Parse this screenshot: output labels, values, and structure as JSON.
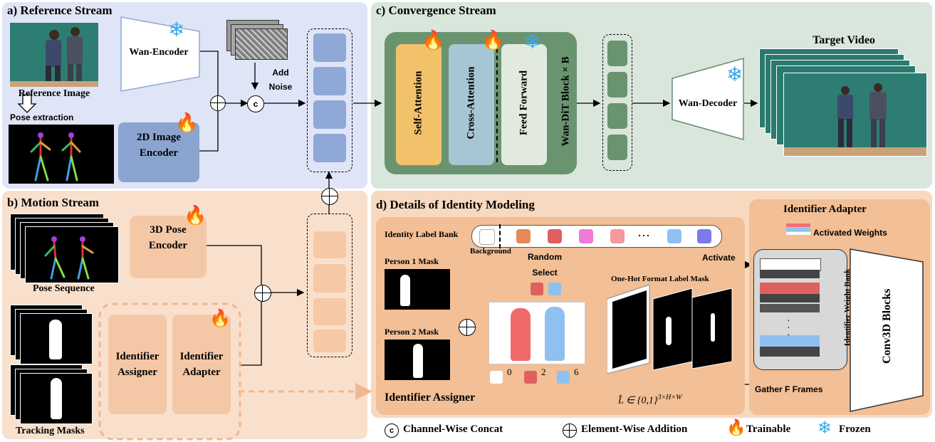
{
  "panels": {
    "a": "a) Reference Stream",
    "b": "b) Motion Stream",
    "c": "c) Convergence Stream",
    "d": "d) Details of Identity Modeling"
  },
  "reference": {
    "wan_encoder": "Wan-Encoder",
    "reference_image": "Reference Image",
    "pose_extraction": "Pose extraction",
    "image_encoder": "2D Image Encoder",
    "add_noise": "Add Noise",
    "concat_symbol": "c"
  },
  "motion": {
    "pose_encoder": "3D Pose Encoder",
    "pose_sequence": "Pose Sequence",
    "tracking_masks": "Tracking Masks",
    "identifier_assigner": "Identifier Assigner",
    "identifier_adapter": "Identifier Adapter"
  },
  "convergence": {
    "self_attention": "Self-Attention",
    "cross_attention": "Cross-Attention",
    "feed_forward": "Feed Forward",
    "block": "Wan-DiT Block × B",
    "wan_decoder": "Wan-Decoder",
    "target_video": "Target Video"
  },
  "identity": {
    "label_bank": "Identity Label Bank",
    "background": "Background",
    "random_select": "Random Select",
    "activate": "Activate",
    "person1": "Person 1 Mask",
    "person2": "Person 2 Mask",
    "onehot": "One-Hot Format Label Mask",
    "ids": [
      "0",
      "2",
      "6"
    ],
    "assigner": "Identifier Assigner",
    "formula": "L̂ ∈ {0,1}",
    "formula_sup": "3×H×W",
    "gather": "Gather F Frames",
    "adapter_title": "Identifier Adapter",
    "activated_weights": "Activated Weights",
    "weight_bank": "Identifier Weight Bank",
    "conv3d": "Conv3D Blocks",
    "bank_colors": [
      "#ffffff",
      "#e8875a",
      "#e06060",
      "#f07ad6",
      "#f59a9a",
      "#8fc0f0",
      "#7a7ae8"
    ]
  },
  "legend": {
    "concat": "Channel-Wise Concat",
    "add": "Element-Wise Addition",
    "trainable": "Trainable",
    "frozen": "Frozen"
  },
  "colors": {
    "reference_bg": "#dfe5f7",
    "motion_bg": "#f9e0cc",
    "convergence_bg": "#d9e6dc",
    "identity_bg": "#f7d9bf"
  }
}
